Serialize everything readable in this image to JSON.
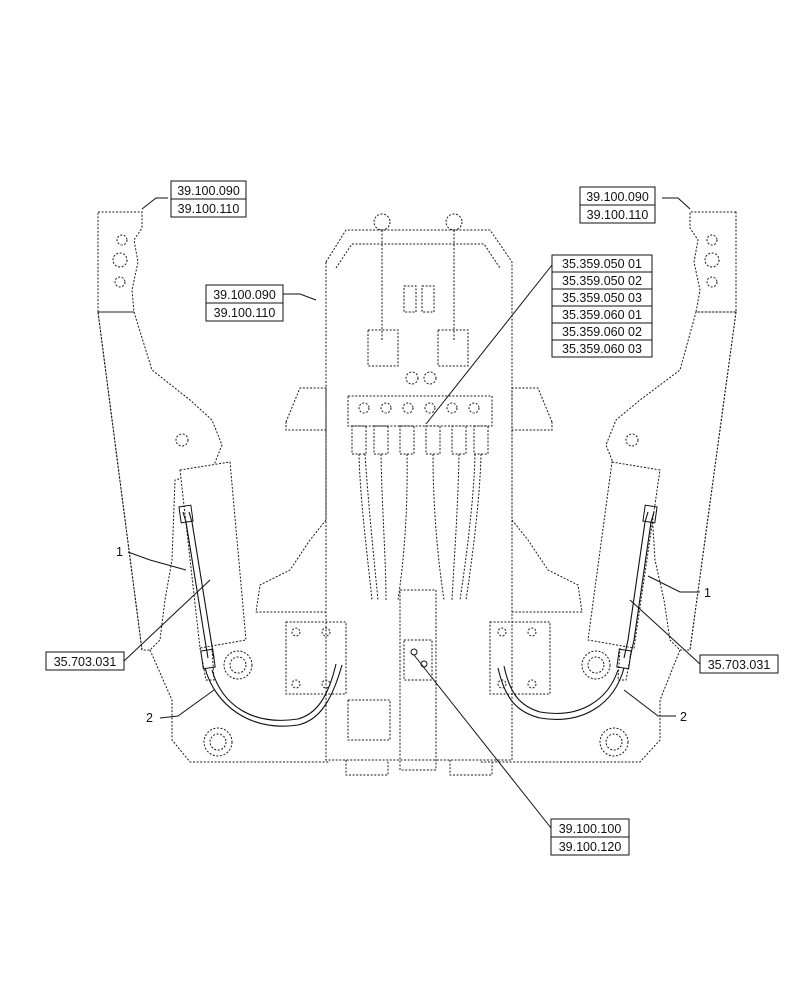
{
  "references": {
    "top_left": [
      "39.100.090",
      "39.100.110"
    ],
    "top_right": [
      "39.100.090",
      "39.100.110"
    ],
    "upper_left": [
      "39.100.090",
      "39.100.110"
    ],
    "valve_block": [
      "35.359.050 01",
      "35.359.050 02",
      "35.359.050 03",
      "35.359.060 01",
      "35.359.060 02",
      "35.359.060 03"
    ],
    "left_cylinder": "35.703.031",
    "right_cylinder": "35.703.031",
    "bottom_center": [
      "39.100.100",
      "39.100.120"
    ]
  },
  "callouts": {
    "left_item_1": "1",
    "left_item_2": "2",
    "right_item_1": "1",
    "right_item_2": "2"
  }
}
